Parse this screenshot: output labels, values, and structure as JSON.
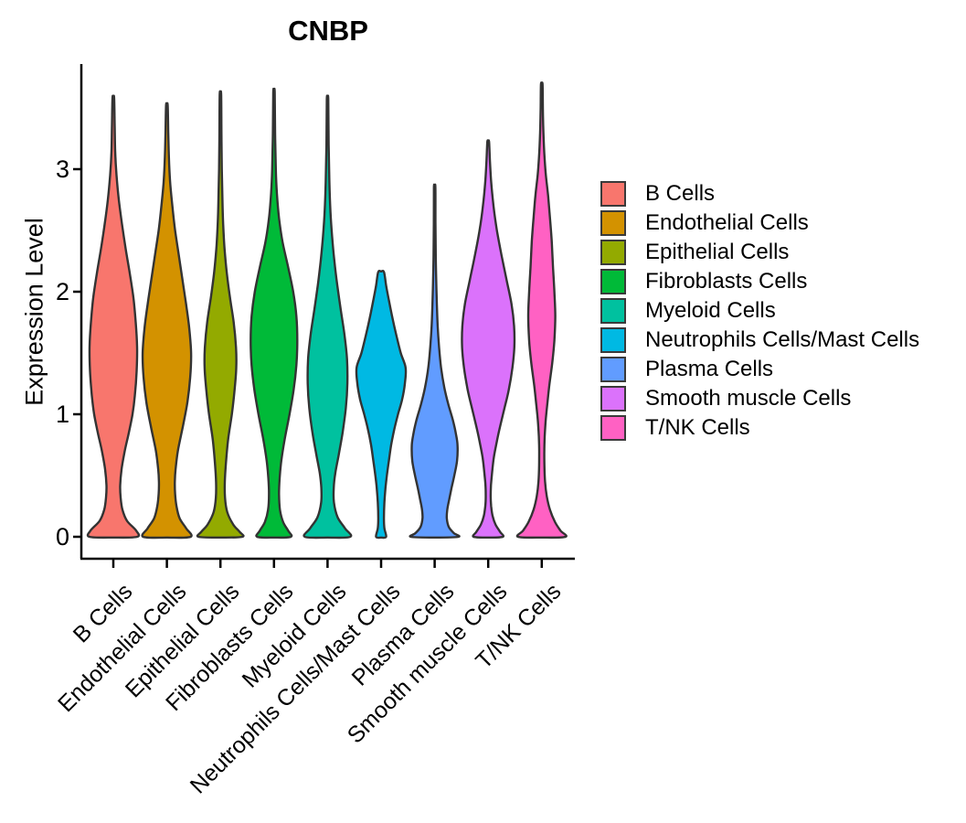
{
  "chart_data": {
    "type": "violin",
    "title": "CNBP",
    "ylabel": "Expression Level",
    "xlabel": "",
    "yticks": [
      "0",
      "1",
      "2",
      "3"
    ],
    "ytick_values": [
      0,
      1,
      2,
      3
    ],
    "ylim": [
      -0.18,
      3.86
    ],
    "grid": false,
    "legend_position": "right",
    "background_color": "#ffffff",
    "axis_color": "#000000",
    "outline_color": "#333333",
    "categories": [
      "B Cells",
      "Endothelial Cells",
      "Epithelial Cells",
      "Fibroblasts Cells",
      "Myeloid Cells",
      "Neutrophils Cells/Mast Cells",
      "Plasma Cells",
      "Smooth muscle Cells",
      "T/NK Cells"
    ],
    "series": [
      {
        "name": "B Cells",
        "color": "#F8766D",
        "max_expression": 3.58,
        "profile_value_halfwidth": [
          [
            0,
            26
          ],
          [
            0.05,
            25
          ],
          [
            0.13,
            15
          ],
          [
            0.22,
            10
          ],
          [
            0.32,
            8
          ],
          [
            0.42,
            7.5
          ],
          [
            0.55,
            9
          ],
          [
            0.7,
            12.5
          ],
          [
            0.85,
            17
          ],
          [
            1.0,
            21
          ],
          [
            1.15,
            23.5
          ],
          [
            1.35,
            25.5
          ],
          [
            1.55,
            26
          ],
          [
            1.75,
            24.5
          ],
          [
            1.95,
            22
          ],
          [
            2.15,
            18
          ],
          [
            2.35,
            13.5
          ],
          [
            2.55,
            9.5
          ],
          [
            2.75,
            6
          ],
          [
            2.95,
            3.5
          ],
          [
            3.15,
            2
          ],
          [
            3.35,
            1.5
          ],
          [
            3.58,
            0.9
          ]
        ]
      },
      {
        "name": "Endothelial Cells",
        "color": "#D39200",
        "max_expression": 3.52,
        "profile_value_halfwidth": [
          [
            0,
            26
          ],
          [
            0.07,
            21
          ],
          [
            0.15,
            14
          ],
          [
            0.25,
            10.5
          ],
          [
            0.35,
            9
          ],
          [
            0.45,
            8.7
          ],
          [
            0.55,
            9.5
          ],
          [
            0.7,
            12
          ],
          [
            0.9,
            17.5
          ],
          [
            1.1,
            22.5
          ],
          [
            1.3,
            25.5
          ],
          [
            1.5,
            26.5
          ],
          [
            1.7,
            24.5
          ],
          [
            1.9,
            21
          ],
          [
            2.1,
            17
          ],
          [
            2.3,
            13
          ],
          [
            2.5,
            9
          ],
          [
            2.7,
            6
          ],
          [
            2.9,
            3.5
          ],
          [
            3.1,
            2.2
          ],
          [
            3.3,
            1.5
          ],
          [
            3.52,
            0.9
          ]
        ]
      },
      {
        "name": "Epithelial Cells",
        "color": "#93AA00",
        "max_expression": 3.61,
        "profile_value_halfwidth": [
          [
            0,
            24
          ],
          [
            0.04,
            21
          ],
          [
            0.1,
            14
          ],
          [
            0.2,
            7.5
          ],
          [
            0.32,
            5
          ],
          [
            0.45,
            4.8
          ],
          [
            0.6,
            6
          ],
          [
            0.8,
            8.5
          ],
          [
            1.0,
            12.5
          ],
          [
            1.2,
            15.5
          ],
          [
            1.38,
            17.3
          ],
          [
            1.55,
            17
          ],
          [
            1.75,
            14.5
          ],
          [
            1.95,
            10.5
          ],
          [
            2.15,
            7
          ],
          [
            2.35,
            4.5
          ],
          [
            2.55,
            3
          ],
          [
            2.75,
            2.2
          ],
          [
            3.0,
            1.5
          ],
          [
            3.3,
            1.1
          ],
          [
            3.61,
            0.8
          ]
        ]
      },
      {
        "name": "Fibroblasts Cells",
        "color": "#00BA38",
        "max_expression": 3.63,
        "profile_value_halfwidth": [
          [
            0,
            18.5
          ],
          [
            0.05,
            15.5
          ],
          [
            0.12,
            10
          ],
          [
            0.22,
            6.5
          ],
          [
            0.35,
            5.5
          ],
          [
            0.48,
            6.2
          ],
          [
            0.62,
            8
          ],
          [
            0.8,
            11.8
          ],
          [
            1.0,
            17
          ],
          [
            1.2,
            21.5
          ],
          [
            1.4,
            24.5
          ],
          [
            1.6,
            25.5
          ],
          [
            1.8,
            24.5
          ],
          [
            2.0,
            21
          ],
          [
            2.2,
            15.5
          ],
          [
            2.4,
            9.5
          ],
          [
            2.6,
            5.5
          ],
          [
            2.8,
            3.2
          ],
          [
            3.0,
            2
          ],
          [
            3.3,
            1.2
          ],
          [
            3.63,
            0.8
          ]
        ]
      },
      {
        "name": "Myeloid Cells",
        "color": "#00C19F",
        "max_expression": 3.57,
        "profile_value_halfwidth": [
          [
            0,
            25
          ],
          [
            0.07,
            19
          ],
          [
            0.16,
            11
          ],
          [
            0.28,
            7
          ],
          [
            0.4,
            6.8
          ],
          [
            0.52,
            8.5
          ],
          [
            0.68,
            12.5
          ],
          [
            0.85,
            16.5
          ],
          [
            1.05,
            20
          ],
          [
            1.25,
            21.7
          ],
          [
            1.45,
            21.3
          ],
          [
            1.65,
            18.5
          ],
          [
            1.85,
            14.5
          ],
          [
            2.05,
            10.7
          ],
          [
            2.25,
            7.5
          ],
          [
            2.45,
            5
          ],
          [
            2.65,
            3.2
          ],
          [
            2.9,
            2
          ],
          [
            3.2,
            1.2
          ],
          [
            3.57,
            0.8
          ]
        ]
      },
      {
        "name": "Neutrophils Cells/Mast Cells",
        "color": "#00B9E3",
        "max_expression": 2.16,
        "profile_value_halfwidth": [
          [
            0,
            5.5
          ],
          [
            0.07,
            3.6
          ],
          [
            0.15,
            3.1
          ],
          [
            0.28,
            3.6
          ],
          [
            0.4,
            4.8
          ],
          [
            0.5,
            6.3
          ],
          [
            0.62,
            8.5
          ],
          [
            0.75,
            11
          ],
          [
            0.88,
            14.5
          ],
          [
            1.0,
            18.5
          ],
          [
            1.12,
            23
          ],
          [
            1.25,
            26
          ],
          [
            1.38,
            26.8
          ],
          [
            1.5,
            21.5
          ],
          [
            1.65,
            16.5
          ],
          [
            1.8,
            12
          ],
          [
            1.95,
            8
          ],
          [
            2.05,
            5.5
          ],
          [
            2.16,
            3.2
          ]
        ]
      },
      {
        "name": "Plasma Cells",
        "color": "#619CFF",
        "max_expression": 2.85,
        "profile_value_halfwidth": [
          [
            0,
            26
          ],
          [
            0.03,
            21
          ],
          [
            0.08,
            15.5
          ],
          [
            0.15,
            13.3
          ],
          [
            0.22,
            13.8
          ],
          [
            0.3,
            15.8
          ],
          [
            0.4,
            18.5
          ],
          [
            0.5,
            21.5
          ],
          [
            0.62,
            24.5
          ],
          [
            0.75,
            25
          ],
          [
            0.85,
            23
          ],
          [
            0.95,
            20
          ],
          [
            1.08,
            15
          ],
          [
            1.22,
            10.5
          ],
          [
            1.38,
            7
          ],
          [
            1.55,
            4.8
          ],
          [
            1.72,
            3.3
          ],
          [
            1.9,
            2.4
          ],
          [
            2.1,
            1.7
          ],
          [
            2.3,
            1.2
          ],
          [
            2.55,
            0.9
          ],
          [
            2.85,
            0.8
          ]
        ]
      },
      {
        "name": "Smooth muscle Cells",
        "color": "#DB72FB",
        "max_expression": 3.22,
        "profile_value_halfwidth": [
          [
            0,
            16
          ],
          [
            0.04,
            13
          ],
          [
            0.1,
            8
          ],
          [
            0.17,
            4.8
          ],
          [
            0.25,
            3.2
          ],
          [
            0.33,
            2.7
          ],
          [
            0.42,
            3
          ],
          [
            0.52,
            4.2
          ],
          [
            0.65,
            6.2
          ],
          [
            0.78,
            9.5
          ],
          [
            0.9,
            13
          ],
          [
            1.05,
            17.8
          ],
          [
            1.2,
            22.5
          ],
          [
            1.38,
            26.5
          ],
          [
            1.55,
            28.6
          ],
          [
            1.72,
            28.3
          ],
          [
            1.9,
            25.5
          ],
          [
            2.1,
            20
          ],
          [
            2.3,
            14.5
          ],
          [
            2.5,
            9.5
          ],
          [
            2.7,
            5.8
          ],
          [
            2.9,
            3.2
          ],
          [
            3.05,
            2
          ],
          [
            3.22,
            1
          ]
        ]
      },
      {
        "name": "T/NK Cells",
        "color": "#FF61C3",
        "max_expression": 3.69,
        "profile_value_halfwidth": [
          [
            0,
            26
          ],
          [
            0.05,
            20.5
          ],
          [
            0.12,
            14.5
          ],
          [
            0.22,
            9
          ],
          [
            0.33,
            5.5
          ],
          [
            0.45,
            3.6
          ],
          [
            0.58,
            2.9
          ],
          [
            0.7,
            2.8
          ],
          [
            0.82,
            3.2
          ],
          [
            0.95,
            4.3
          ],
          [
            1.1,
            6.3
          ],
          [
            1.25,
            8.5
          ],
          [
            1.42,
            11.5
          ],
          [
            1.6,
            13.8
          ],
          [
            1.8,
            14.8
          ],
          [
            2.0,
            13.8
          ],
          [
            2.2,
            12.3
          ],
          [
            2.4,
            11
          ],
          [
            2.6,
            9
          ],
          [
            2.78,
            7
          ],
          [
            2.95,
            4.5
          ],
          [
            3.1,
            3
          ],
          [
            3.3,
            1.8
          ],
          [
            3.5,
            1.2
          ],
          [
            3.69,
            0.9
          ]
        ]
      }
    ]
  },
  "legend": {
    "items": [
      {
        "label": "B Cells",
        "color": "#F8766D"
      },
      {
        "label": "Endothelial Cells",
        "color": "#D39200"
      },
      {
        "label": "Epithelial Cells",
        "color": "#93AA00"
      },
      {
        "label": "Fibroblasts Cells",
        "color": "#00BA38"
      },
      {
        "label": "Myeloid Cells",
        "color": "#00C19F"
      },
      {
        "label": "Neutrophils Cells/Mast Cells",
        "color": "#00B9E3"
      },
      {
        "label": "Plasma Cells",
        "color": "#619CFF"
      },
      {
        "label": "Smooth muscle Cells",
        "color": "#DB72FB"
      },
      {
        "label": "T/NK Cells",
        "color": "#FF61C3"
      }
    ]
  }
}
